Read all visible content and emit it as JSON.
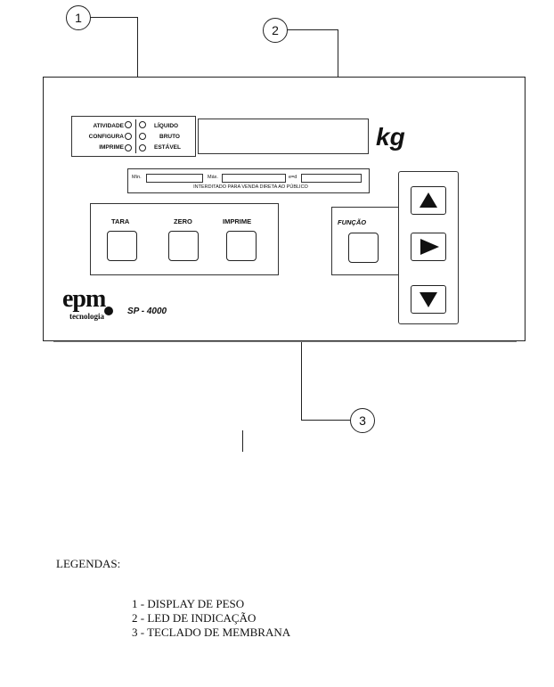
{
  "callouts": [
    "1",
    "2",
    "3"
  ],
  "led_panel": {
    "left_labels": [
      "ATIVIDADE",
      "CONFIGURA",
      "IMPRIME"
    ],
    "right_labels": [
      "LÍQUIDO",
      "BRUTO",
      "ESTÁVEL"
    ]
  },
  "unit": "kg",
  "limits": {
    "min_label": "Mín.",
    "max_label": "Máx.",
    "e_label": "e=d",
    "notice": "INTERDITADO PARA VENDA DIRETA AO PÚBLICO"
  },
  "keys": [
    "TARA",
    "ZERO",
    "IMPRIME"
  ],
  "function_key": "FUNÇÃO",
  "brand": {
    "name": "epm",
    "subtitle": "tecnologia",
    "model": "SP - 4000"
  },
  "arrows": [
    "up-arrow-icon",
    "right-arrow-icon",
    "down-arrow-icon"
  ],
  "legend": {
    "title": "LEGENDAS:",
    "items": [
      "1 - DISPLAY DE PESO",
      "2 - LED DE INDICAÇÃO",
      "3 - TECLADO DE MEMBRANA"
    ]
  }
}
